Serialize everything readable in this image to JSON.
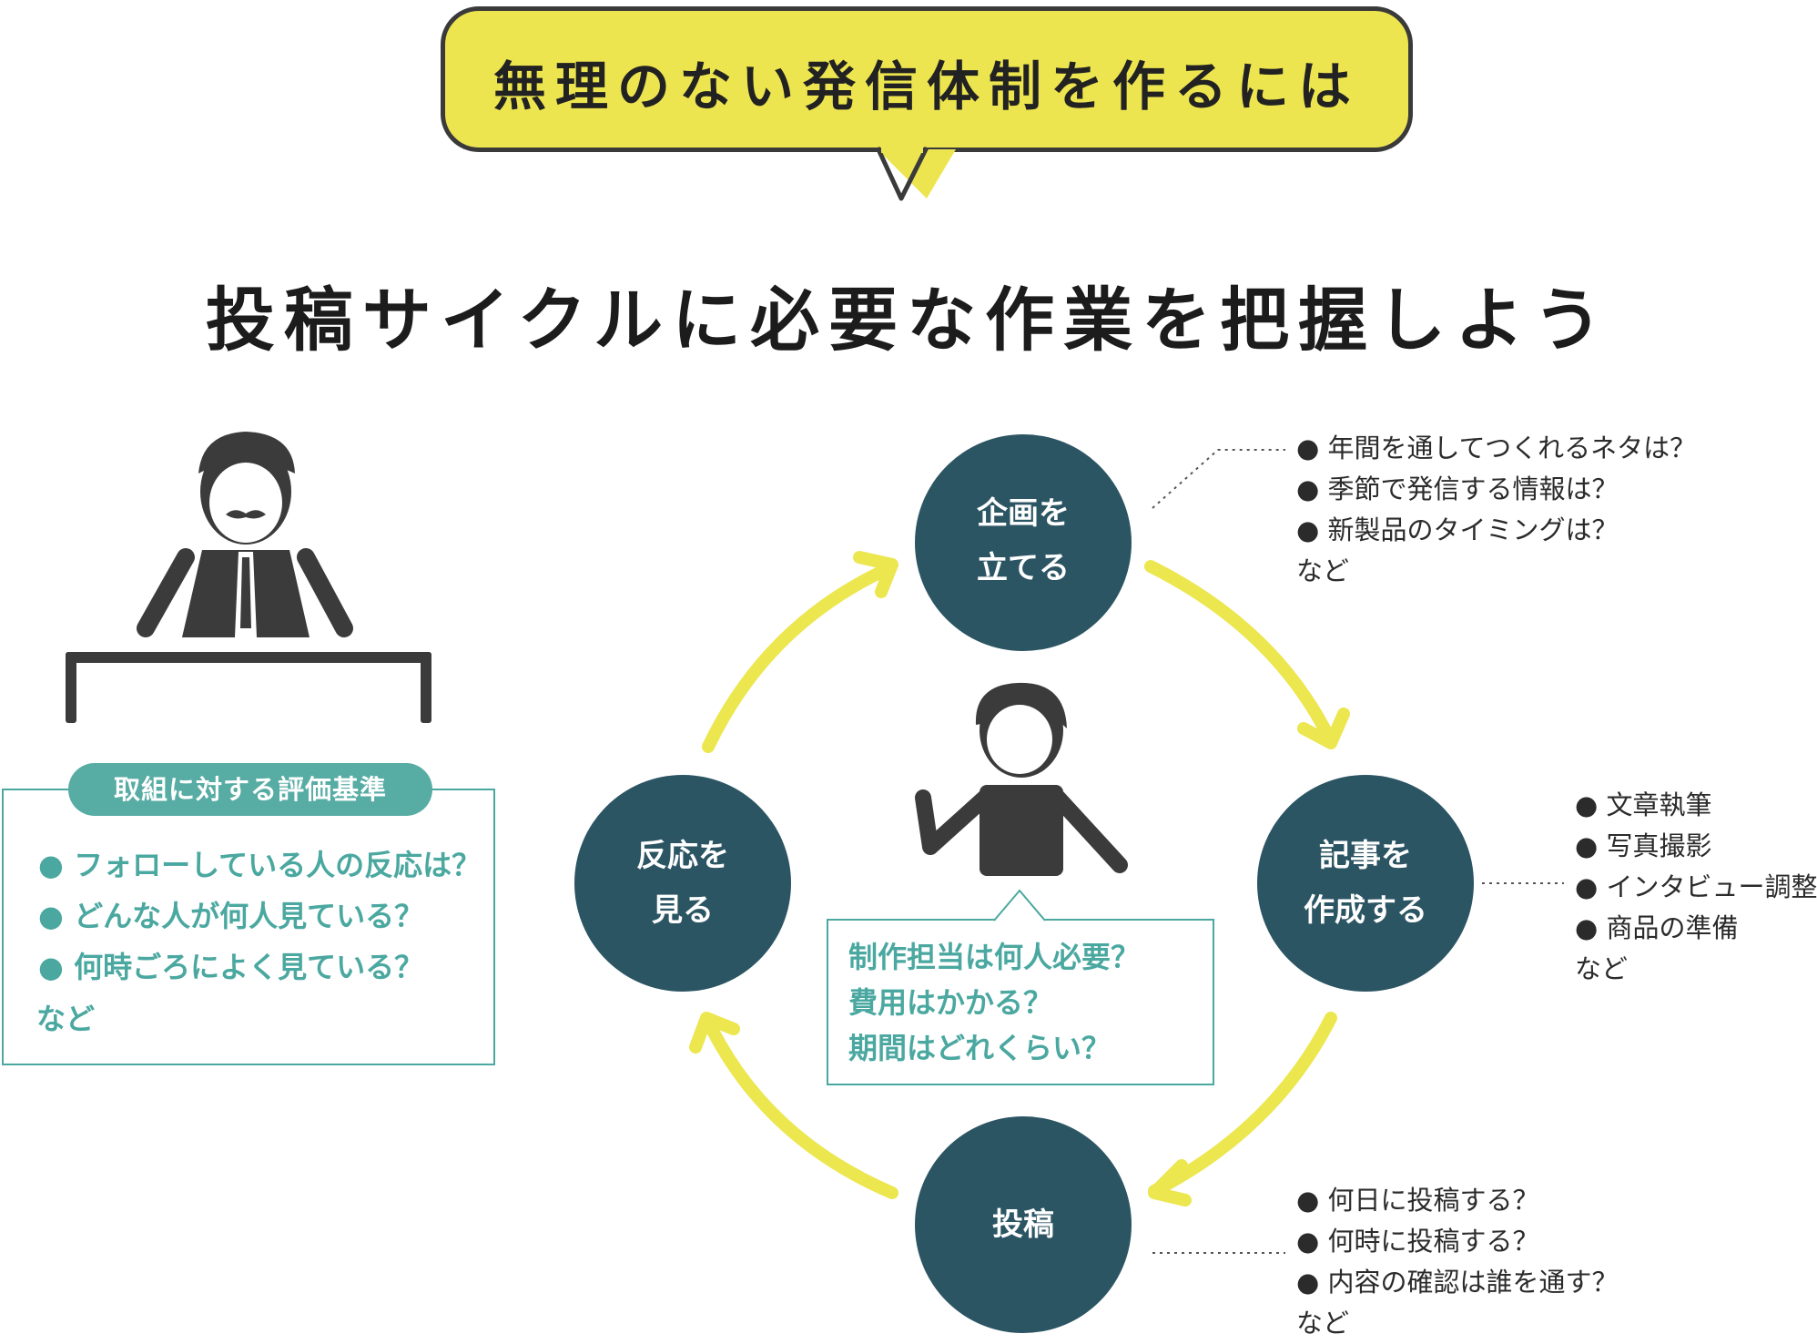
{
  "header": {
    "bubble_text": "無理のない発信体制を作るには",
    "main_heading": "投稿サイクルに必要な作業を把握しよう"
  },
  "cycle": {
    "nodes": [
      {
        "id": "plan",
        "line1": "企画を",
        "line2": "立てる"
      },
      {
        "id": "write",
        "line1": "記事を",
        "line2": "作成する"
      },
      {
        "id": "post",
        "line1": "投稿",
        "line2": ""
      },
      {
        "id": "react",
        "line1": "反応を",
        "line2": "見る"
      }
    ]
  },
  "notes": {
    "plan": {
      "items": [
        "年間を通してつくれるネタは？",
        "季節で発信する情報は？",
        "新製品のタイミングは？"
      ],
      "etc": "など"
    },
    "write": {
      "items": [
        "文章執筆",
        "写真撮影",
        "インタビュー調整",
        "商品の準備"
      ],
      "etc": "など"
    },
    "post": {
      "items": [
        "何日に投稿する？",
        "何時に投稿する？",
        "内容の確認は誰を通す？"
      ],
      "etc": "など"
    }
  },
  "evaluation": {
    "title": "取組に対する評価基準",
    "items": [
      "フォローしている人の反応は？",
      "どんな人が何人見ている？",
      "何時ごろによく見ている？"
    ],
    "etc": "など"
  },
  "center_questions": {
    "items": [
      "制作担当は何人必要？",
      "費用はかかる？",
      "期間はどれくらい？"
    ]
  },
  "colors": {
    "bubble": "#ede54f",
    "node": "#2c5564",
    "arrow": "#ece64f",
    "teal": "#4aa8a0",
    "figure": "#3b3b3b"
  }
}
